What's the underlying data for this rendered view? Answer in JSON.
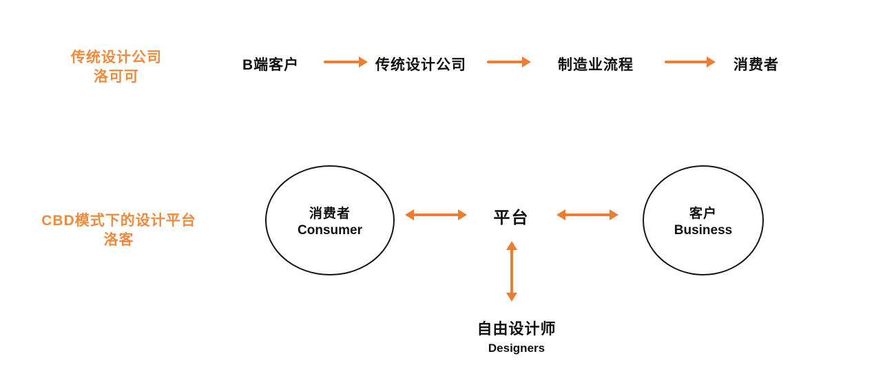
{
  "colors": {
    "accent": "#ED7D31",
    "label_orange": "#F08A3E",
    "text": "#111111",
    "background": "#FFFFFF"
  },
  "sections": {
    "traditional": {
      "label": {
        "line1": "传统设计公司",
        "line2": "洛可可"
      },
      "flow": [
        "B端客户",
        "传统设计公司",
        "制造业流程",
        "消费者"
      ]
    },
    "platform": {
      "label": {
        "line1": "CBD模式下的设计平台",
        "line2": "洛客"
      },
      "consumer_node": {
        "zh": "消费者",
        "en": "Consumer"
      },
      "platform_node": {
        "zh": "平台"
      },
      "business_node": {
        "zh": "客户",
        "en": "Business"
      },
      "designers_node": {
        "zh": "自由设计师",
        "en": "Designers"
      }
    }
  }
}
